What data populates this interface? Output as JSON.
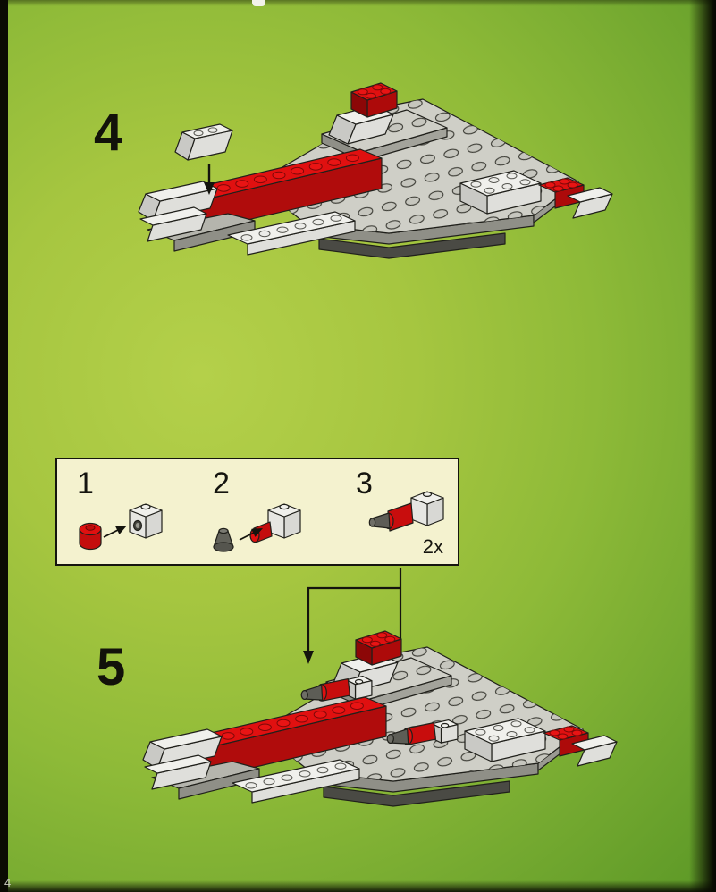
{
  "page": {
    "number_label": "4"
  },
  "steps": {
    "four": {
      "label": "4"
    },
    "five": {
      "label": "5"
    }
  },
  "callout": {
    "step1_label": "1",
    "step2_label": "2",
    "step3_label": "3",
    "quantity_label": "2x"
  },
  "icons": {
    "placement_arrow": "arrow-down",
    "assembly_arrow_1": "arrow-up-right",
    "assembly_arrow_2": "arrow-up-right",
    "connector_arrow_1": "arrow-down",
    "connector_arrow_2": "arrow-down"
  },
  "colors": {
    "lego_red": "#e01010",
    "lego_light_gray": "#cfcfc7",
    "lego_white": "#f0f0ec",
    "lego_dark_gray": "#5d5d56",
    "callout_background": "#f4f2cf",
    "page_green_light": "#b4d04a",
    "page_green_dark": "#528f23",
    "outline": "#20201b"
  }
}
